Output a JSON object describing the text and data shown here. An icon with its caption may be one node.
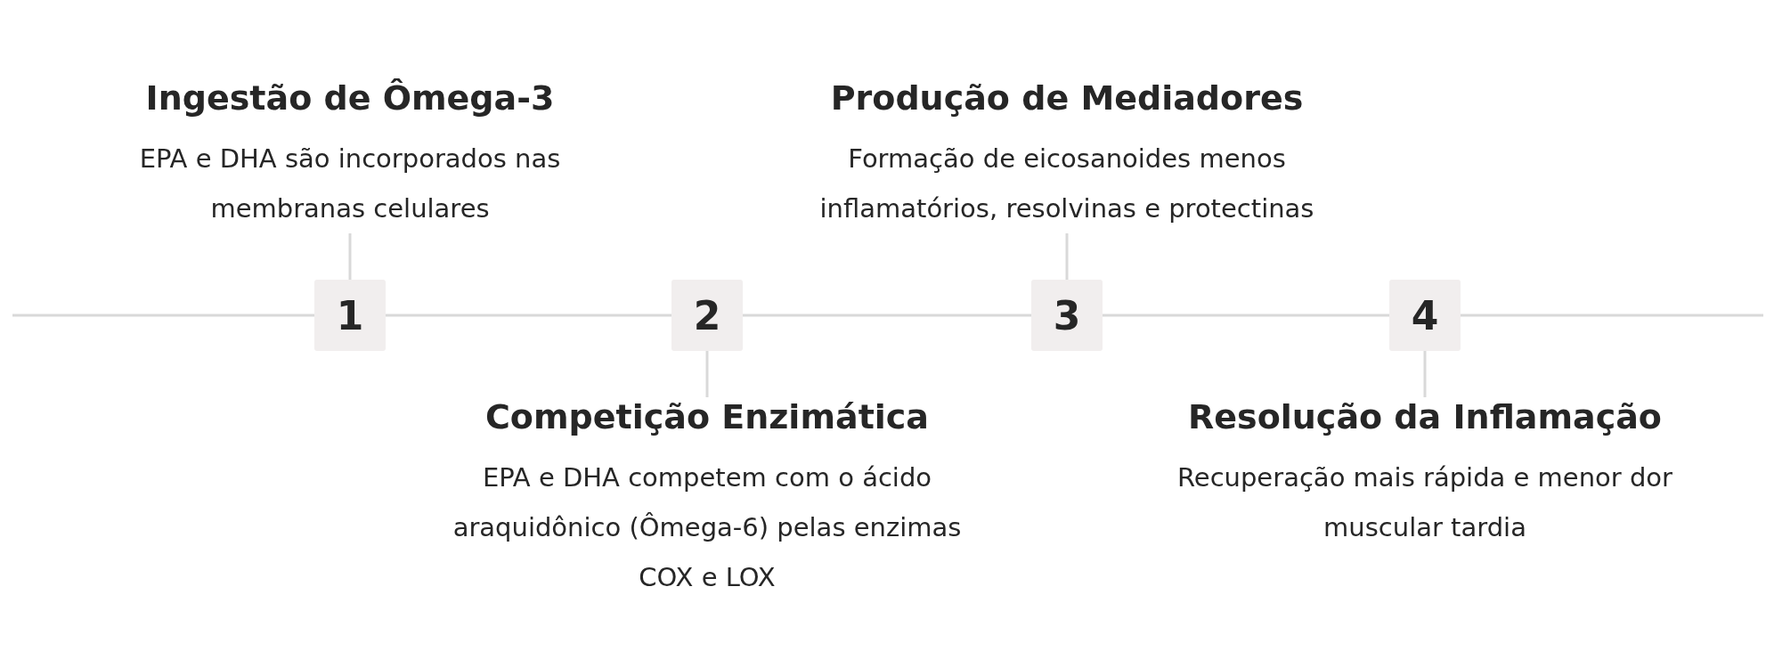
{
  "diagram": {
    "nodes": [
      {
        "text": [
          "Ingestão de Ômega-3",
          "EPA e DHA são incorporados nas membranas celulares"
        ]
      },
      {
        "text": [
          "Produção de Mediadores",
          "Formação de eicosanoides menos inflamatórios, resolvinas e protectinas"
        ]
      },
      {
        "text": [
          "1"
        ]
      },
      {
        "text": [
          "2"
        ]
      },
      {
        "text": [
          "3"
        ]
      },
      {
        "text": [
          "4"
        ]
      },
      {
        "text": [
          "Competição Enzimática",
          "EPA e DHA competem com o ácido araquidônico (Ômega-6) pelas enzimas COX e LOX"
        ]
      },
      {
        "text": [
          "Resolução da Inflamação",
          "Recuperação mais rápida e menor dor muscular tardia"
        ]
      }
    ],
    "edges": [
      {
        "from": null,
        "to": 2,
        "arrow": "none"
      },
      {
        "from": 2,
        "to": 3,
        "arrow": "none"
      },
      {
        "from": 3,
        "to": 4,
        "arrow": "none"
      },
      {
        "from": 4,
        "to": 5,
        "arrow": "none"
      },
      {
        "from": 5,
        "to": null,
        "arrow": "none"
      },
      {
        "from": 2,
        "to": 0,
        "arrow": "none"
      },
      {
        "from": 3,
        "to": 6,
        "arrow": "none"
      },
      {
        "from": 4,
        "to": 1,
        "arrow": "none"
      },
      {
        "from": 5,
        "to": 7,
        "arrow": "none"
      }
    ]
  }
}
